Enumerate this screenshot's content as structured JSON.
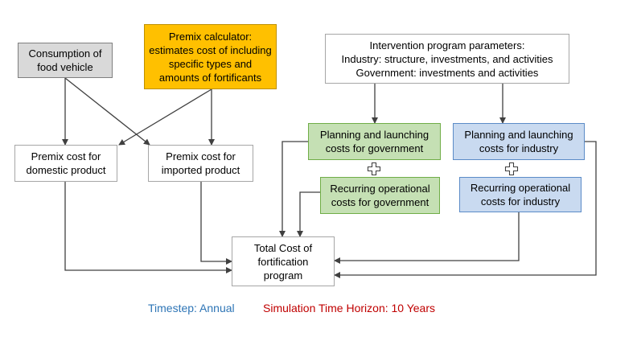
{
  "nodes": {
    "consumption": "Consumption of\nfood vehicle",
    "premix_calculator": "Premix calculator:\nestimates cost of including\nspecific types and\namounts of fortificants",
    "intervention": "Intervention program parameters:\nIndustry: structure, investments, and activities\nGovernment: investments and activities",
    "premix_domestic": "Premix cost for\ndomestic product",
    "premix_imported": "Premix cost for\nimported product",
    "gov_planning": "Planning and launching\ncosts for government",
    "ind_planning": "Planning and launching\ncosts for industry",
    "gov_recurring": "Recurring operational\ncosts for government",
    "ind_recurring": "Recurring operational\ncosts for industry",
    "total_cost": "Total Cost of\nfortification\nprogram"
  },
  "footer": {
    "timestep": "Timestep: Annual",
    "horizon": "Simulation Time Horizon: 10 Years"
  },
  "colors": {
    "grey_box": "#d9d9d9",
    "orange_box": "#ffc000",
    "green_box": "#c5e0b4",
    "blue_box": "#c9daf0",
    "timestep_text": "#2e75b6",
    "horizon_text": "#c00000",
    "connector": "#404040"
  },
  "icons": {
    "plus_green": "plus-icon",
    "plus_blue": "plus-icon"
  }
}
